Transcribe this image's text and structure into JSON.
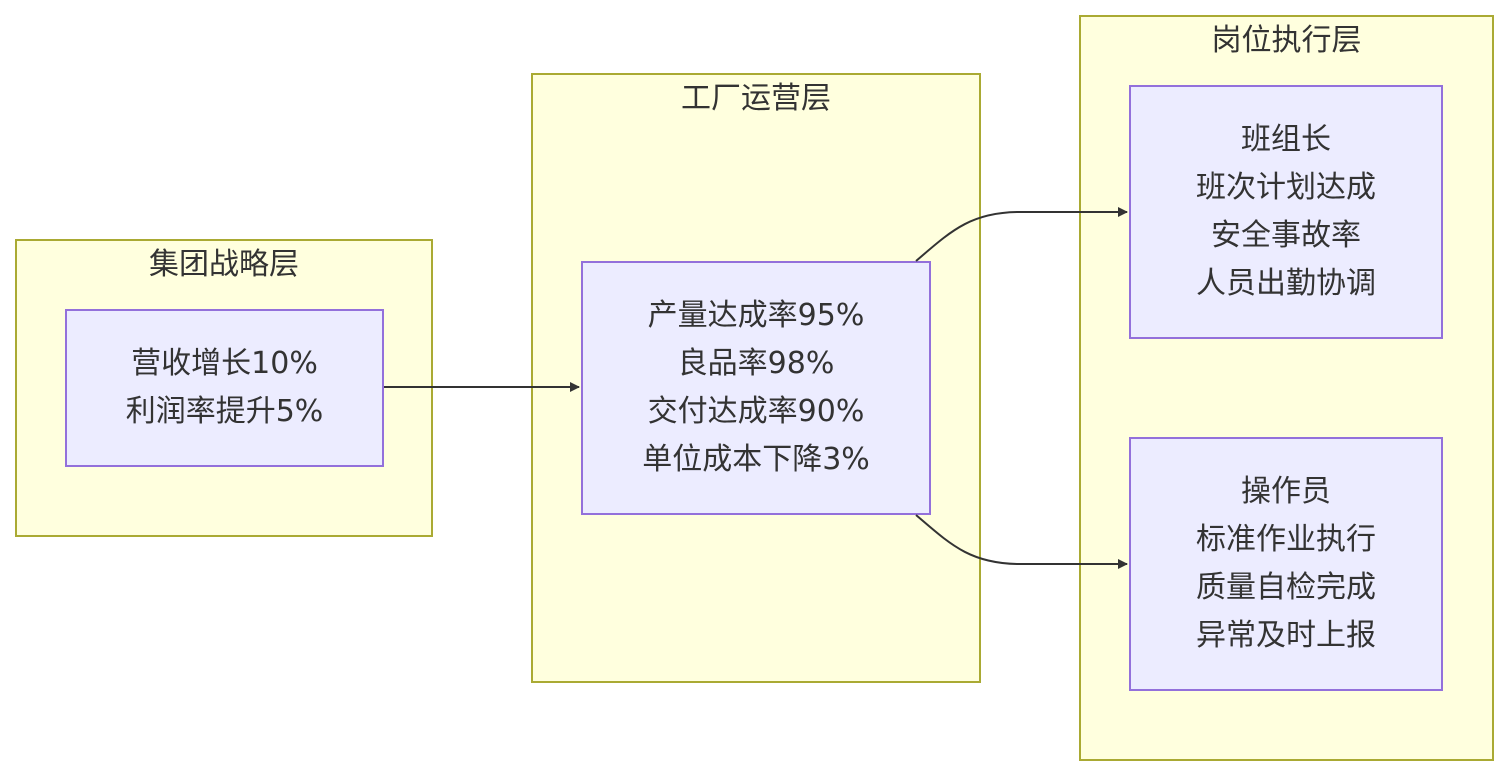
{
  "clusters": {
    "group": {
      "title": "集团战略层"
    },
    "factory": {
      "title": "工厂运营层"
    },
    "post": {
      "title": "岗位执行层"
    }
  },
  "nodes": {
    "group_kpi": {
      "lines": [
        "营收增长10%",
        "利润率提升5%"
      ]
    },
    "factory_kpi": {
      "lines": [
        "产量达成率95%",
        "良品率98%",
        "交付达成率90%",
        "单位成本下降3%"
      ]
    },
    "team_leader": {
      "lines": [
        "班组长",
        "班次计划达成",
        "安全事故率",
        "人员出勤协调"
      ]
    },
    "operator": {
      "lines": [
        "操作员",
        "标准作业执行",
        "质量自检完成",
        "异常及时上报"
      ]
    }
  },
  "colors": {
    "cluster_fill": "#ffffde",
    "cluster_border": "#aaaa33",
    "node_fill": "#ececff",
    "node_border": "#9370db",
    "edge": "#333333",
    "text": "#333333"
  }
}
